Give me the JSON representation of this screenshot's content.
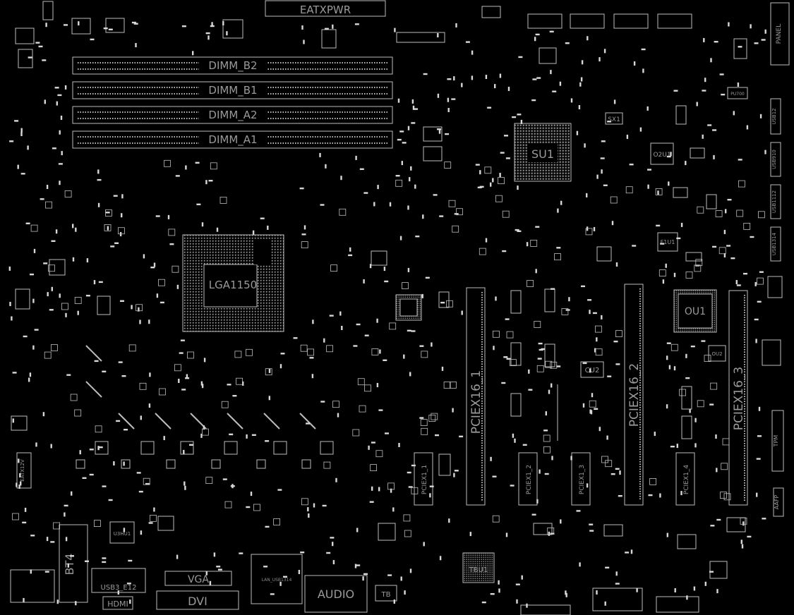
{
  "labels": {
    "eatxpwr": "EATXPWR",
    "dimm_b2": "DIMM_B2",
    "dimm_b1": "DIMM_B1",
    "dimm_a2": "DIMM_A2",
    "dimm_a1": "DIMM_A1",
    "su1": "SU1",
    "sx1": "SX1",
    "o2u1": "O2U1",
    "f1u1": "F1U1",
    "ou1": "OU1",
    "ou2": "OU2",
    "cu2": "CU2",
    "lga": "LGA1150",
    "pciex16_1": "PCIEX16_1",
    "pciex16_2": "PCIEX16_2",
    "pciex16_3": "PCIEX16_3",
    "pciex1_1": "PCIEX1_1",
    "pciex1_2": "PCIEX1_2",
    "pciex1_3": "PCIEX1_3",
    "pciex1_4": "PCIEX1_4",
    "eatx12v": "EATX12V",
    "bt4": "BT4",
    "u3hu1": "U3HU1",
    "usb3_e12": "USB3_E12",
    "hdmi": "HDMI",
    "vga": "VGA",
    "dvi": "DVI",
    "audio": "AUDIO",
    "tbu1": "TBU1",
    "tb": "TB",
    "panel": "PANEL",
    "usb12": "USB12",
    "usb910": "USB910",
    "usb1112": "USB1112",
    "usb1314": "USB1314",
    "pu700": "PU700",
    "tpm": "TPM",
    "aafp": "AAFP",
    "lan_usb": "LAN_USB1314"
  },
  "colors": {
    "background": "#000000",
    "outline": "#bdbdbd",
    "text": "#9a9a9a",
    "pad": "#e6e6e6"
  }
}
